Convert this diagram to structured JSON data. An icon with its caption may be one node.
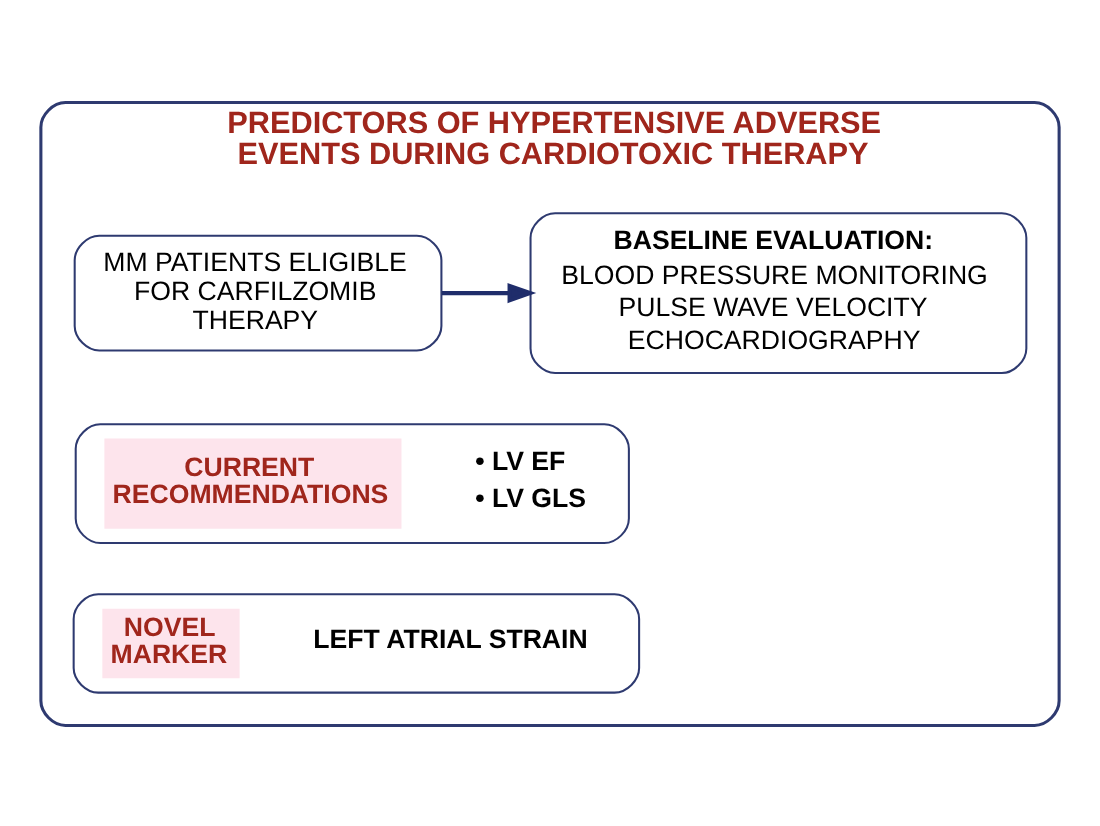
{
  "diagram": {
    "nodes": [
      {
        "text": [
          "PREDICTORS OF HYPERTENSIVE ADVERSE EVENTS DURING CARDIOTOXIC THERAPY"
        ]
      },
      {
        "text": [
          "MM PATIENTS ELIGIBLE FOR CARFILZOMIB THERAPY"
        ],
        "in": 0
      },
      {
        "text": [
          "BASELINE EVALUATION:",
          "BLOOD PRESSURE MONITORING",
          "PULSE WAVE VELOCITY",
          "ECHOCARDIOGRAPHY"
        ],
        "in": 0
      },
      {
        "text": [
          "CURRENT RECOMMENDATIONS",
          "• LV EF",
          "• LV GLS"
        ],
        "in": 0
      },
      {
        "text": [
          "NOVEL MARKER",
          "LEFT ATRIAL STRAIN"
        ],
        "in": 0
      }
    ],
    "edges": [
      {
        "from": 1,
        "to": 2,
        "arrow": "to"
      }
    ]
  }
}
